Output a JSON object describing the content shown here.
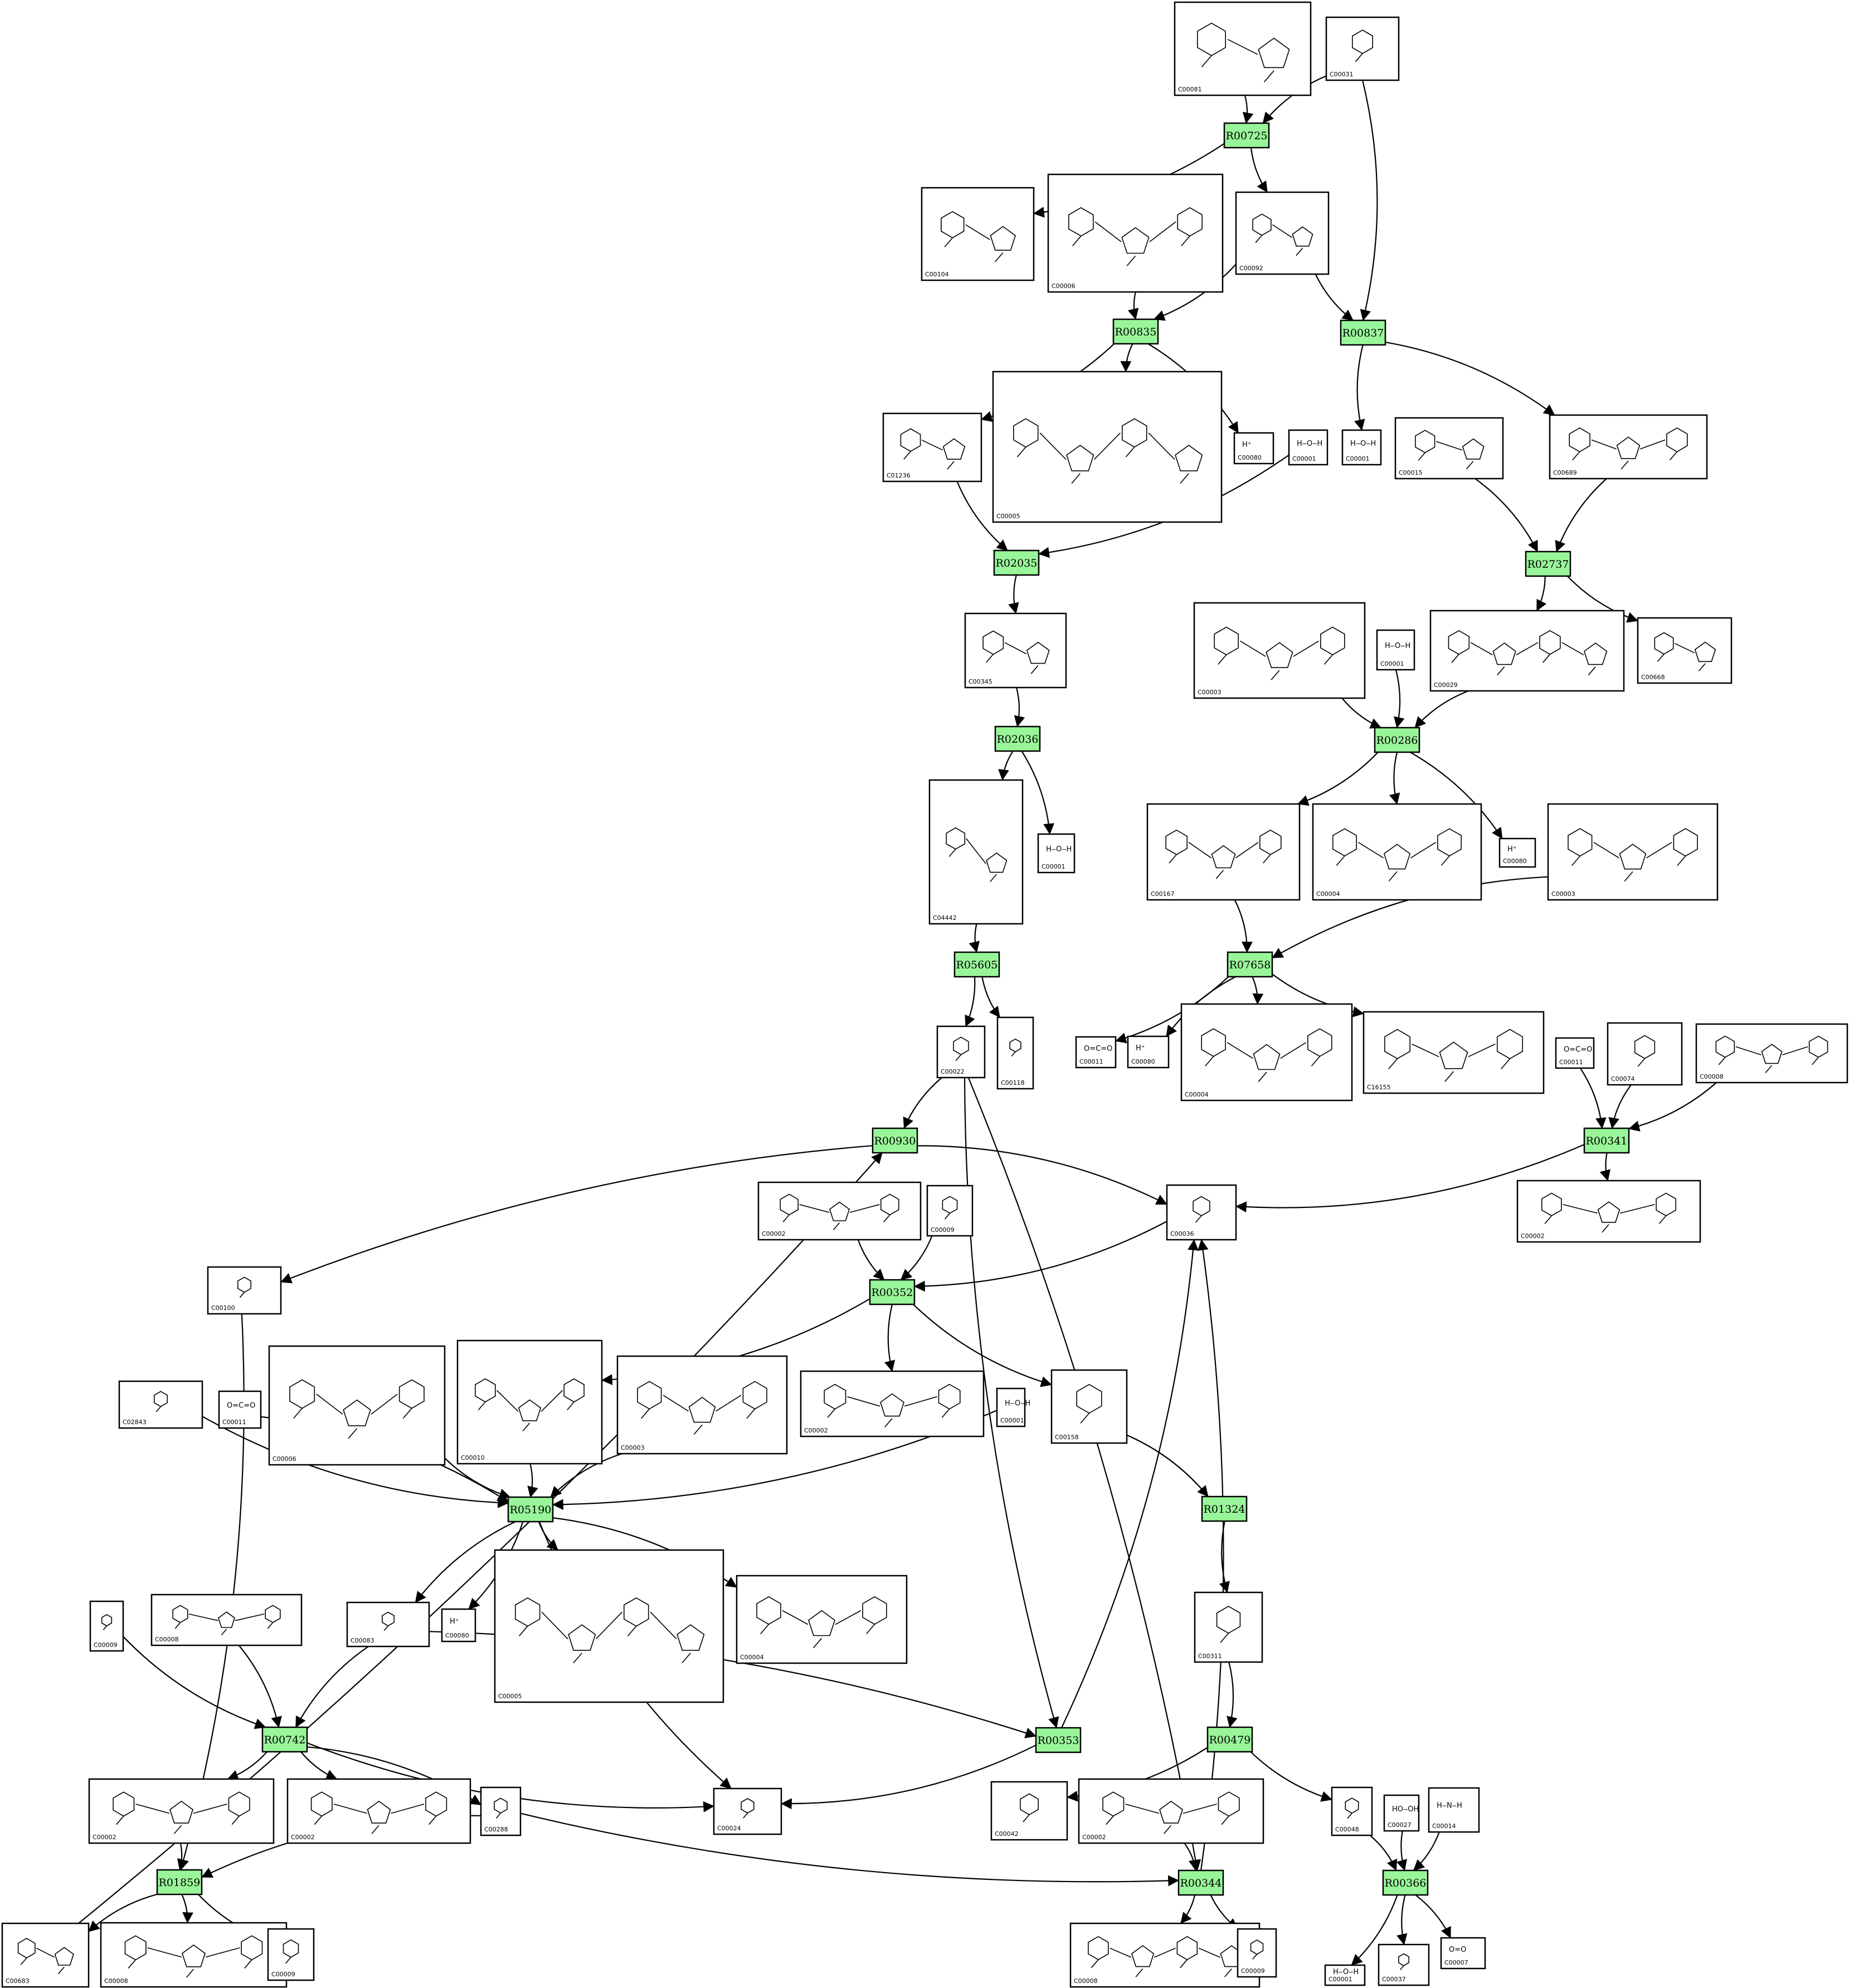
{
  "colors": {
    "reaction_fill": "#99f599",
    "compound_fill": "#ffffff",
    "stroke": "#000000"
  },
  "reactions": [
    {
      "id": "R00725"
    },
    {
      "id": "R00835"
    },
    {
      "id": "R00837"
    },
    {
      "id": "R02035"
    },
    {
      "id": "R02737"
    },
    {
      "id": "R02036"
    },
    {
      "id": "R00286"
    },
    {
      "id": "R05605"
    },
    {
      "id": "R07658"
    },
    {
      "id": "R00930"
    },
    {
      "id": "R00341"
    },
    {
      "id": "R00352"
    },
    {
      "id": "R05190"
    },
    {
      "id": "R01324"
    },
    {
      "id": "R00742"
    },
    {
      "id": "R00353"
    },
    {
      "id": "R00479"
    },
    {
      "id": "R01859"
    },
    {
      "id": "R00344"
    },
    {
      "id": "R00366"
    }
  ],
  "compounds": [
    {
      "id": "C00081",
      "structure": "organic"
    },
    {
      "id": "C00031",
      "structure": "organic"
    },
    {
      "id": "C00104",
      "structure": "organic"
    },
    {
      "id": "C00006",
      "structure": "organic"
    },
    {
      "id": "C00092",
      "structure": "organic"
    },
    {
      "id": "C01236",
      "structure": "organic"
    },
    {
      "id": "C00005",
      "structure": "organic"
    },
    {
      "id": "C00080",
      "structure": "text",
      "text": "H⁺"
    },
    {
      "id": "C00001",
      "structure": "water",
      "text": "H‒O‒H"
    },
    {
      "id": "C00001",
      "structure": "water",
      "text": "H‒O‒H"
    },
    {
      "id": "C00015",
      "structure": "organic"
    },
    {
      "id": "C00689",
      "structure": "organic"
    },
    {
      "id": "C00345",
      "structure": "organic"
    },
    {
      "id": "C00003",
      "structure": "organic"
    },
    {
      "id": "C00001",
      "structure": "water",
      "text": "H‒O‒H"
    },
    {
      "id": "C00029",
      "structure": "organic"
    },
    {
      "id": "C00668",
      "structure": "organic"
    },
    {
      "id": "C04442",
      "structure": "organic"
    },
    {
      "id": "C00001",
      "structure": "water",
      "text": "H‒O‒H"
    },
    {
      "id": "C00167",
      "structure": "organic"
    },
    {
      "id": "C00004",
      "structure": "organic"
    },
    {
      "id": "C00080",
      "structure": "text",
      "text": "H⁺"
    },
    {
      "id": "C00003",
      "structure": "organic"
    },
    {
      "id": "C00022",
      "structure": "organic"
    },
    {
      "id": "C00118",
      "structure": "organic"
    },
    {
      "id": "C00011",
      "structure": "text",
      "text": "O=C=O"
    },
    {
      "id": "C00080",
      "structure": "text",
      "text": "H⁺"
    },
    {
      "id": "C00004",
      "structure": "organic"
    },
    {
      "id": "C16155",
      "structure": "organic"
    },
    {
      "id": "C00011",
      "structure": "text",
      "text": "O=C=O"
    },
    {
      "id": "C00074",
      "structure": "organic"
    },
    {
      "id": "C00008",
      "structure": "organic"
    },
    {
      "id": "C00002",
      "structure": "organic"
    },
    {
      "id": "C00036",
      "structure": "organic"
    },
    {
      "id": "C00002",
      "structure": "organic"
    },
    {
      "id": "C00009",
      "structure": "organic"
    },
    {
      "id": "C00100",
      "structure": "organic"
    },
    {
      "id": "C02843",
      "structure": "organic"
    },
    {
      "id": "C00011",
      "structure": "text",
      "text": "O=C=O"
    },
    {
      "id": "C00006",
      "structure": "organic"
    },
    {
      "id": "C00010",
      "structure": "organic"
    },
    {
      "id": "C00003",
      "structure": "organic"
    },
    {
      "id": "C00002",
      "structure": "organic"
    },
    {
      "id": "C00001",
      "structure": "water",
      "text": "H‒O‒H"
    },
    {
      "id": "C00158",
      "structure": "organic"
    },
    {
      "id": "C00080",
      "structure": "text",
      "text": "H⁺"
    },
    {
      "id": "C00083",
      "structure": "organic"
    },
    {
      "id": "C00005",
      "structure": "organic"
    },
    {
      "id": "C00004",
      "structure": "organic"
    },
    {
      "id": "C00311",
      "structure": "organic"
    },
    {
      "id": "C00009",
      "structure": "organic"
    },
    {
      "id": "C00008",
      "structure": "organic"
    },
    {
      "id": "C00002",
      "structure": "organic"
    },
    {
      "id": "C00002",
      "structure": "organic"
    },
    {
      "id": "C00288",
      "structure": "organic"
    },
    {
      "id": "C00024",
      "structure": "organic"
    },
    {
      "id": "C00042",
      "structure": "organic"
    },
    {
      "id": "C00002",
      "structure": "organic"
    },
    {
      "id": "C00048",
      "structure": "organic"
    },
    {
      "id": "C00027",
      "structure": "text",
      "text": "HO‒OH"
    },
    {
      "id": "C00014",
      "structure": "text",
      "text": "H‒N‒H"
    },
    {
      "id": "C00683",
      "structure": "organic"
    },
    {
      "id": "C00008",
      "structure": "organic"
    },
    {
      "id": "C00009",
      "structure": "organic"
    },
    {
      "id": "C00008",
      "structure": "organic"
    },
    {
      "id": "C00009",
      "structure": "organic"
    },
    {
      "id": "C00001",
      "structure": "water",
      "text": "H‒O‒H"
    },
    {
      "id": "C00037",
      "structure": "organic"
    },
    {
      "id": "C00007",
      "structure": "text",
      "text": "O=O"
    }
  ],
  "edges": [
    [
      "C00081",
      "R00725"
    ],
    [
      "C00031",
      "R00725"
    ],
    [
      "R00725",
      "C00104"
    ],
    [
      "R00725",
      "C00092"
    ],
    [
      "C00031",
      "R00837"
    ],
    [
      "C00006",
      "R00835"
    ],
    [
      "C00092",
      "R00835"
    ],
    [
      "C00092",
      "R00837"
    ],
    [
      "R00835",
      "C01236"
    ],
    [
      "R00835",
      "C00005"
    ],
    [
      "R00835",
      "C00080"
    ],
    [
      "R00837",
      "C00001"
    ],
    [
      "R00837",
      "C00689"
    ],
    [
      "C01236",
      "R02035"
    ],
    [
      "C00001",
      "R02035"
    ],
    [
      "R02035",
      "C00345"
    ],
    [
      "C00015",
      "R02737"
    ],
    [
      "C00689",
      "R02737"
    ],
    [
      "R02737",
      "C00029"
    ],
    [
      "R02737",
      "C00668"
    ],
    [
      "C00345",
      "R02036"
    ],
    [
      "R02036",
      "C04442"
    ],
    [
      "R02036",
      "C00001"
    ],
    [
      "C00003",
      "R00286"
    ],
    [
      "C00001",
      "R00286"
    ],
    [
      "C00029",
      "R00286"
    ],
    [
      "R00286",
      "C00167"
    ],
    [
      "R00286",
      "C00004"
    ],
    [
      "R00286",
      "C00080"
    ],
    [
      "C04442",
      "R05605"
    ],
    [
      "R05605",
      "C00022"
    ],
    [
      "R05605",
      "C00118"
    ],
    [
      "C00167",
      "R07658"
    ],
    [
      "C00003",
      "R07658"
    ],
    [
      "R07658",
      "C00011"
    ],
    [
      "R07658",
      "C00080"
    ],
    [
      "R07658",
      "C00004"
    ],
    [
      "R07658",
      "C16155"
    ],
    [
      "C00011",
      "R00341"
    ],
    [
      "C00074",
      "R00341"
    ],
    [
      "C00008",
      "R00341"
    ],
    [
      "R00341",
      "C00002"
    ],
    [
      "R00341",
      "C00036"
    ],
    [
      "C00022",
      "R00930"
    ],
    [
      "R00930",
      "C00036"
    ],
    [
      "R00930",
      "C00100"
    ],
    [
      "C00036",
      "R00352"
    ],
    [
      "C00008",
      "R00352"
    ],
    [
      "C00009",
      "R00352"
    ],
    [
      "R00352",
      "C00002"
    ],
    [
      "R00352",
      "C00010"
    ],
    [
      "R00352",
      "C00158"
    ],
    [
      "C00100",
      "R01859"
    ],
    [
      "C02843",
      "R05190"
    ],
    [
      "C00011",
      "R05190"
    ],
    [
      "C00006",
      "R05190"
    ],
    [
      "C00010",
      "R05190"
    ],
    [
      "C00003",
      "R05190"
    ],
    [
      "C00001",
      "R05190"
    ],
    [
      "R05190",
      "C00083"
    ],
    [
      "R05190",
      "C00080"
    ],
    [
      "R05190",
      "C00005"
    ],
    [
      "R05190",
      "C00004"
    ],
    [
      "R05190",
      "C00024"
    ],
    [
      "C00158",
      "R01324"
    ],
    [
      "R01324",
      "C00311"
    ],
    [
      "C00311",
      "R00479"
    ],
    [
      "C00009",
      "R00742"
    ],
    [
      "C00008",
      "R00742"
    ],
    [
      "C00083",
      "R00742"
    ],
    [
      "R00742",
      "C00002"
    ],
    [
      "R00742",
      "C00002"
    ],
    [
      "R00742",
      "C00288"
    ],
    [
      "R00742",
      "C00024"
    ],
    [
      "C00083",
      "R00353"
    ],
    [
      "C00022",
      "R00353"
    ],
    [
      "R00353",
      "C00024"
    ],
    [
      "R00353",
      "C00036"
    ],
    [
      "R00479",
      "C00042"
    ],
    [
      "R00479",
      "C00048"
    ],
    [
      "C00002",
      "R01859"
    ],
    [
      "C00288",
      "R01859"
    ],
    [
      "C00002",
      "R00344"
    ],
    [
      "C00288",
      "R00344"
    ],
    [
      "C00022",
      "R00344"
    ],
    [
      "R00344",
      "C00036"
    ],
    [
      "C00048",
      "R00366"
    ],
    [
      "C00027",
      "R00366"
    ],
    [
      "C00014",
      "R00366"
    ],
    [
      "R01859",
      "C00683"
    ],
    [
      "R01859",
      "C00008"
    ],
    [
      "R01859",
      "C00009"
    ],
    [
      "R00344",
      "C00008"
    ],
    [
      "R00344",
      "C00009"
    ],
    [
      "R00366",
      "C00001"
    ],
    [
      "R00366",
      "C00037"
    ],
    [
      "R00366",
      "C00007"
    ],
    [
      "C00683",
      "R00930"
    ]
  ]
}
